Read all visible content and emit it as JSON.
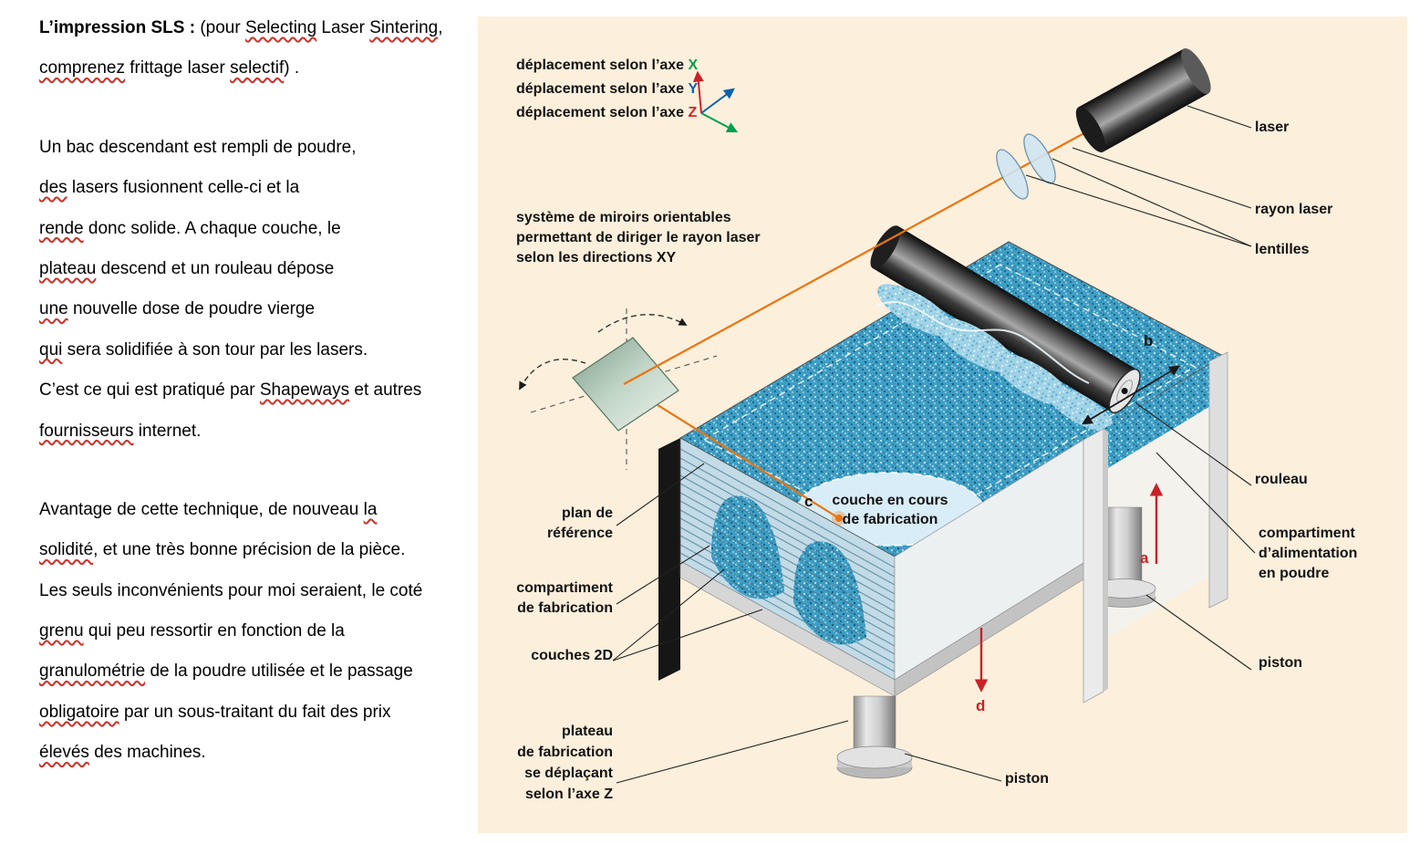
{
  "article": {
    "paragraphs": [
      {
        "lines": [
          [
            {
              "t": "L’impression SLS : ",
              "b": true
            },
            {
              "t": "(pour "
            },
            {
              "t": "Selecting",
              "sp": true
            },
            {
              "t": " Laser "
            },
            {
              "t": "Sintering",
              "sp": true
            },
            {
              "t": ","
            }
          ],
          [
            {
              "t": "comprenez",
              "sp": true
            },
            {
              "t": " frittage laser "
            },
            {
              "t": "selectif",
              "sp": true
            },
            {
              "t": ") ."
            }
          ]
        ]
      },
      {
        "lines": [
          [
            {
              "t": "Un bac descendant est rempli de poudre,"
            }
          ],
          [
            {
              "t": "des",
              "sp": true
            },
            {
              "t": " lasers fusionnent celle-ci et la"
            }
          ],
          [
            {
              "t": "rende",
              "sp": true
            },
            {
              "t": " donc solide. A chaque couche, le"
            }
          ],
          [
            {
              "t": "plateau",
              "sp": true
            },
            {
              "t": " descend et un rouleau dépose"
            }
          ],
          [
            {
              "t": "une",
              "sp": true
            },
            {
              "t": " nouvelle dose de poudre vierge"
            }
          ],
          [
            {
              "t": "qui",
              "sp": true
            },
            {
              "t": " sera solidifiée à son tour par les lasers."
            }
          ],
          [
            {
              "t": "C’est ce qui est pratiqué par "
            },
            {
              "t": "Shapeways",
              "sp": true
            },
            {
              "t": " et autres"
            }
          ],
          [
            {
              "t": "fournisseurs",
              "sp": true
            },
            {
              "t": " internet."
            }
          ]
        ]
      },
      {
        "lines": [
          [
            {
              "t": "Avantage de cette technique, de nouveau "
            },
            {
              "t": "la",
              "sp": true
            }
          ],
          [
            {
              "t": "solidité",
              "sp": true
            },
            {
              "t": ", et une très bonne précision de la pièce."
            }
          ],
          [
            {
              "t": "Les seuls inconvénients pour moi seraient, le coté"
            }
          ],
          [
            {
              "t": "grenu",
              "sp": true
            },
            {
              "t": " qui peu ressortir en fonction de la"
            }
          ],
          [
            {
              "t": "granulométrie",
              "sp": true
            },
            {
              "t": " de la poudre utilisée et le passage"
            }
          ],
          [
            {
              "t": "obligatoire",
              "sp": true
            },
            {
              "t": " par un sous-traitant du fait des prix"
            }
          ],
          [
            {
              "t": "élevés",
              "sp": true
            },
            {
              "t": " des machines."
            }
          ]
        ]
      }
    ]
  },
  "diagram": {
    "axis_rows": [
      {
        "prefix": "déplacement selon l’axe ",
        "letter": "X"
      },
      {
        "prefix": "déplacement selon l’axe ",
        "letter": "Y"
      },
      {
        "prefix": "déplacement selon l’axe ",
        "letter": "Z"
      }
    ],
    "axis_colors": {
      "x": "#00a04e",
      "y": "#0a62b0",
      "z": "#d6222a"
    },
    "labels": {
      "mirror_system": "système de miroirs orientables\npermettant de diriger le rayon laser\nselon les directions XY",
      "laser": "laser",
      "laser_beam": "rayon laser",
      "lenses": "lentilles",
      "roller": "rouleau",
      "powder_supply": "compartiment\nd’alimentation\nen poudre",
      "piston_right": "piston",
      "piston_bottom": "piston",
      "reference_plane": "plan de\nréférence",
      "build_chamber": "compartiment\nde fabrication",
      "layers_2d": "couches 2D",
      "build_platform": "plateau\nde fabrication\nse déplaçant\nselon l’axe Z",
      "current_layer": "couche en cours\nde fabrication",
      "marker_a": "a",
      "marker_b": "b",
      "marker_c": "c",
      "marker_d": "d"
    },
    "colors": {
      "panel_bg": "#fcefdb",
      "powder_blue": "#3f9ec4",
      "beam_orange": "#e87511",
      "arrow_red": "#c92128"
    }
  }
}
